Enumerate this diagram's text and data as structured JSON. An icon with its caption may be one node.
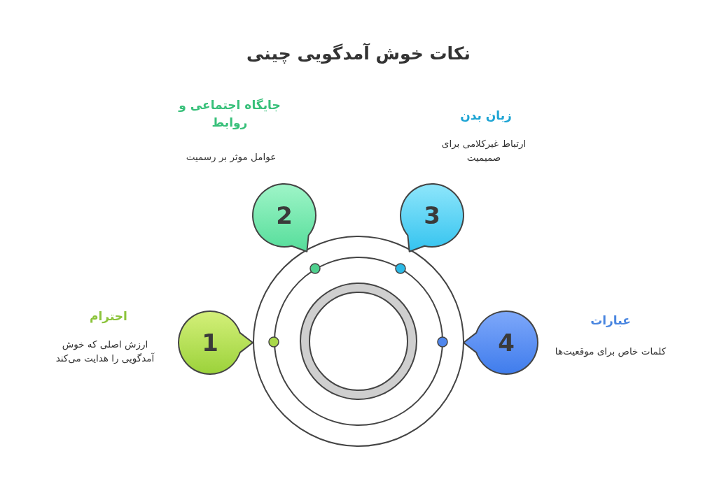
{
  "diagram": {
    "title": "نکات خوش آمدگویی چینی",
    "nodes": [
      {
        "text": [
          "1"
        ],
        "beside": [
          "احترام",
          "ارزش اصلی که خوش آمدگویی را هدایت می‌کند"
        ]
      },
      {
        "text": [
          "2"
        ],
        "beside": [
          "جایگاه اجتماعی و روابط",
          "عوامل موثر بر رسمیت"
        ]
      },
      {
        "text": [
          "3"
        ],
        "beside": [
          "زبان بدن",
          "ارتباط غیرکلامی برای صمیمیت"
        ]
      },
      {
        "text": [
          "4"
        ],
        "beside": [
          "عبارات",
          "کلمات خاص برای موقعیت‌ها"
        ]
      }
    ]
  }
}
